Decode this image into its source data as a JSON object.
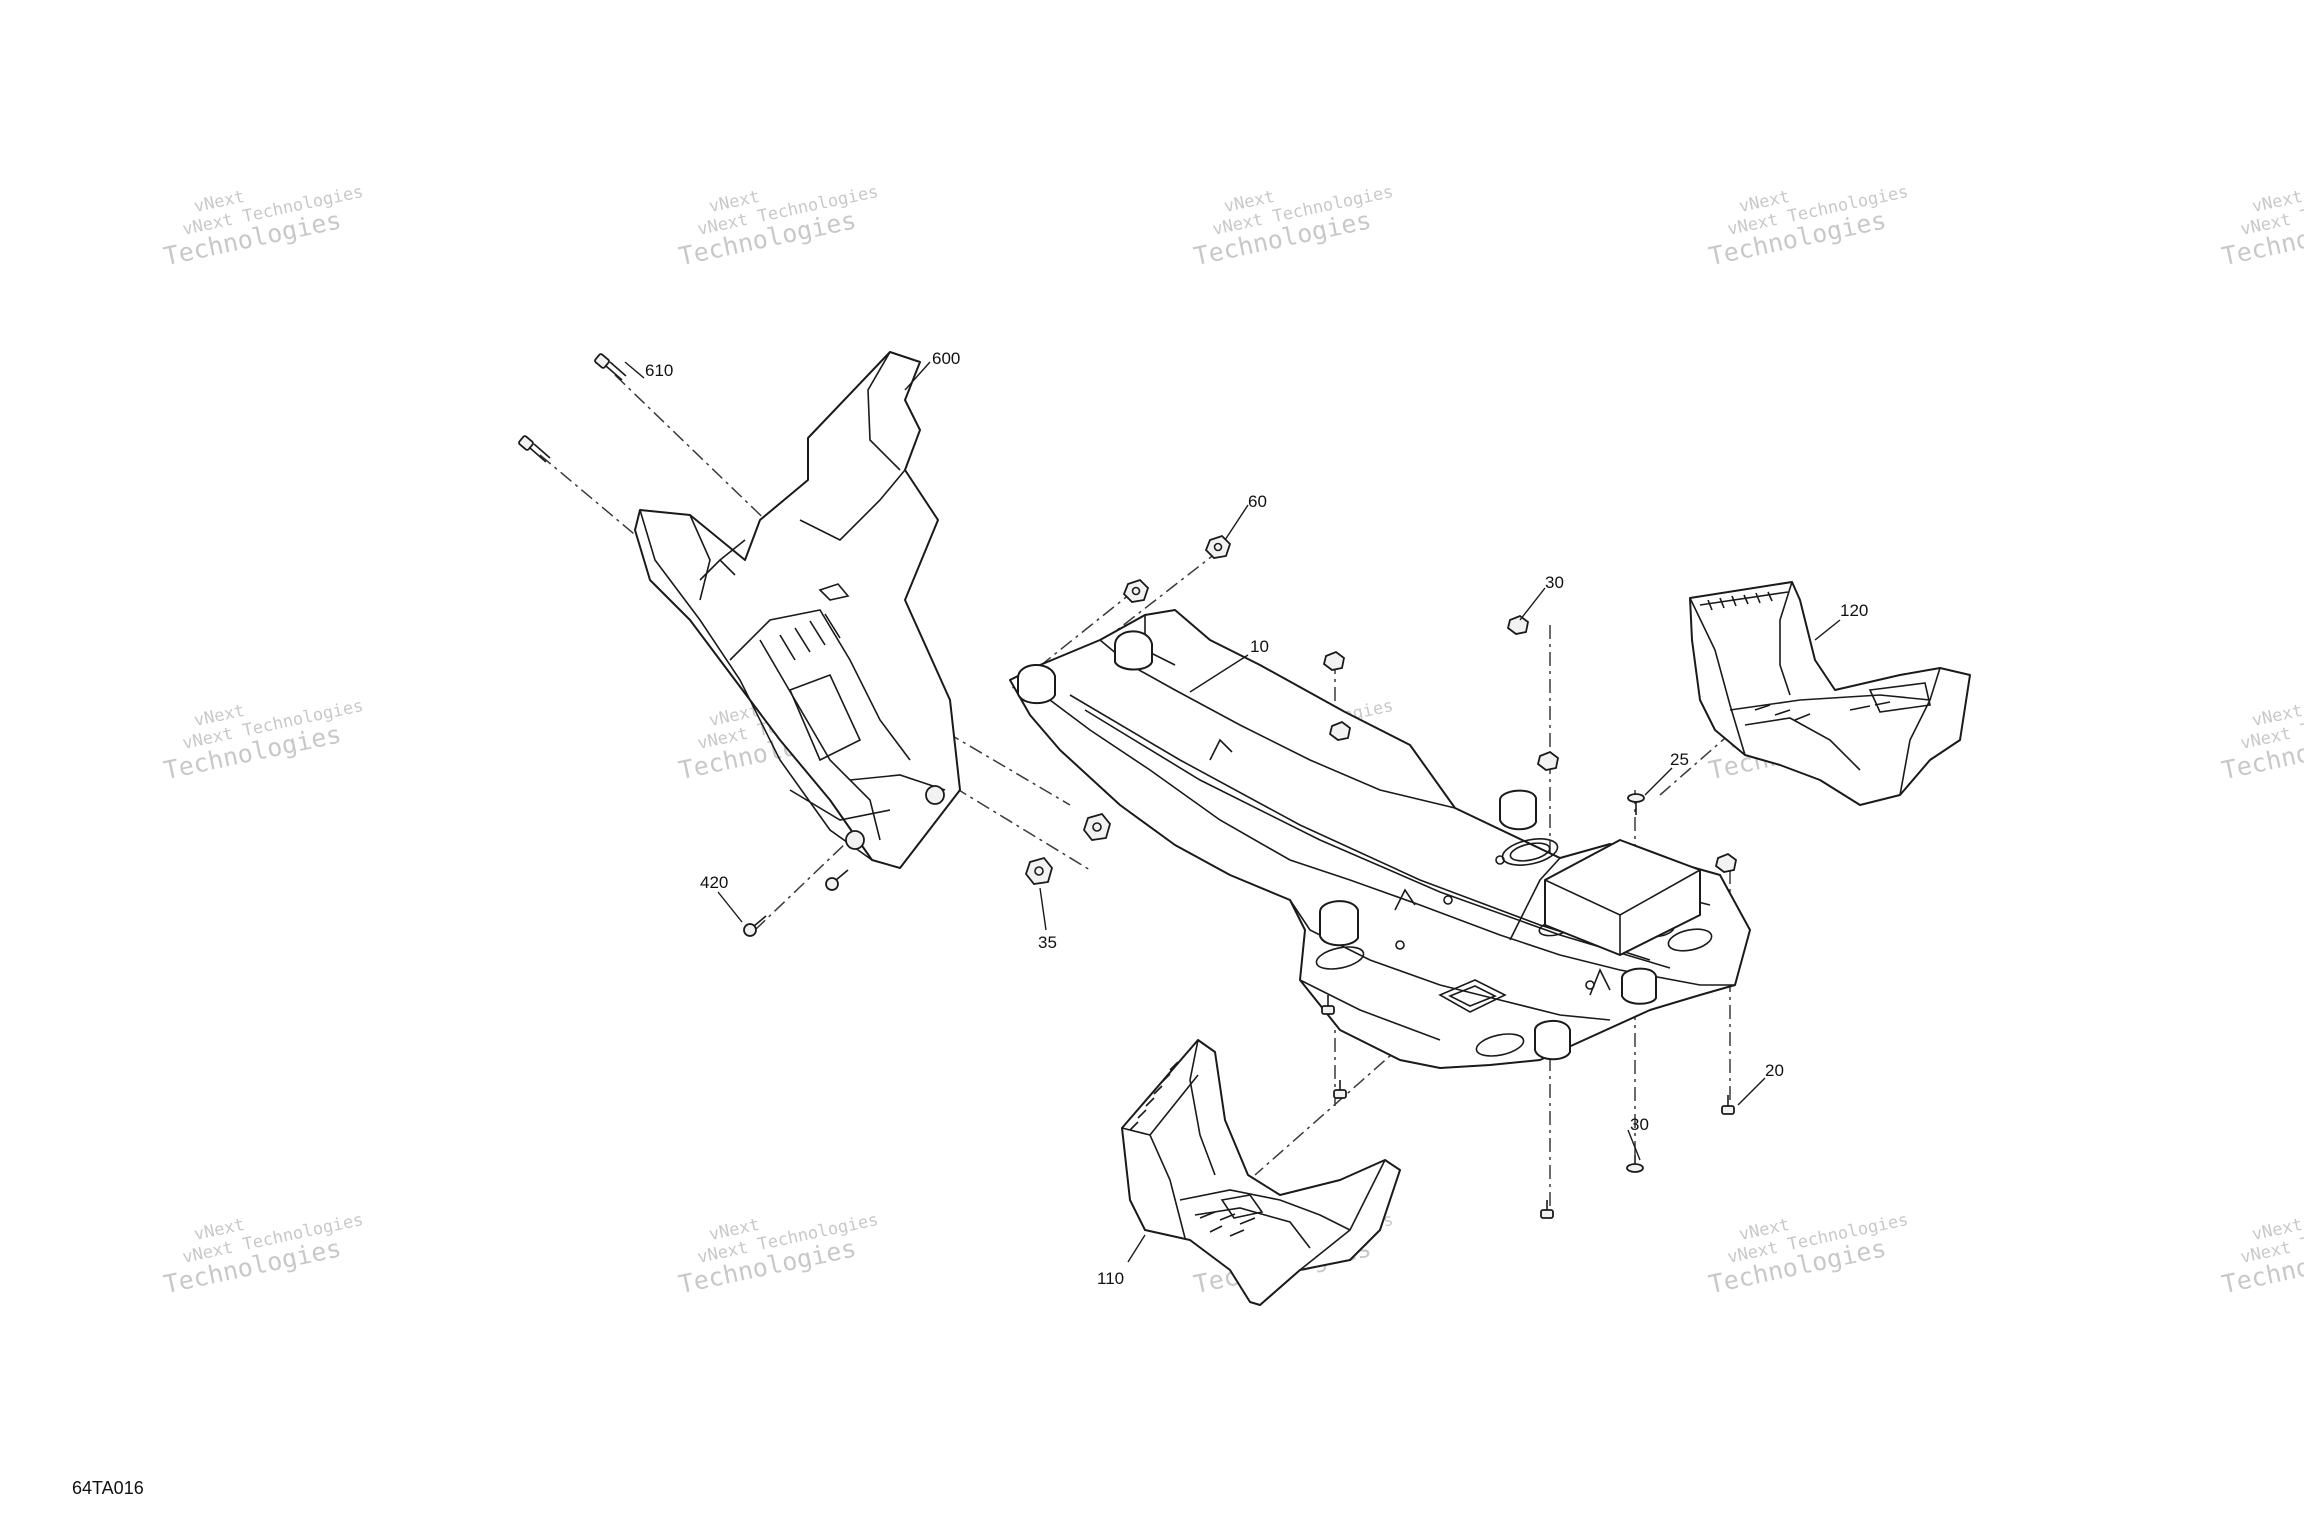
{
  "diagram_ref": "64TA016",
  "watermark": {
    "line1": "vNext Technologies",
    "line2": "Technologies",
    "line0": "vNext"
  },
  "callouts": {
    "c610": "610",
    "c600": "600",
    "c60": "60",
    "c10": "10",
    "c30a": "30",
    "c120": "120",
    "c25": "25",
    "c420": "420",
    "c35": "35",
    "c20": "20",
    "c30b": "30",
    "c110": "110"
  }
}
